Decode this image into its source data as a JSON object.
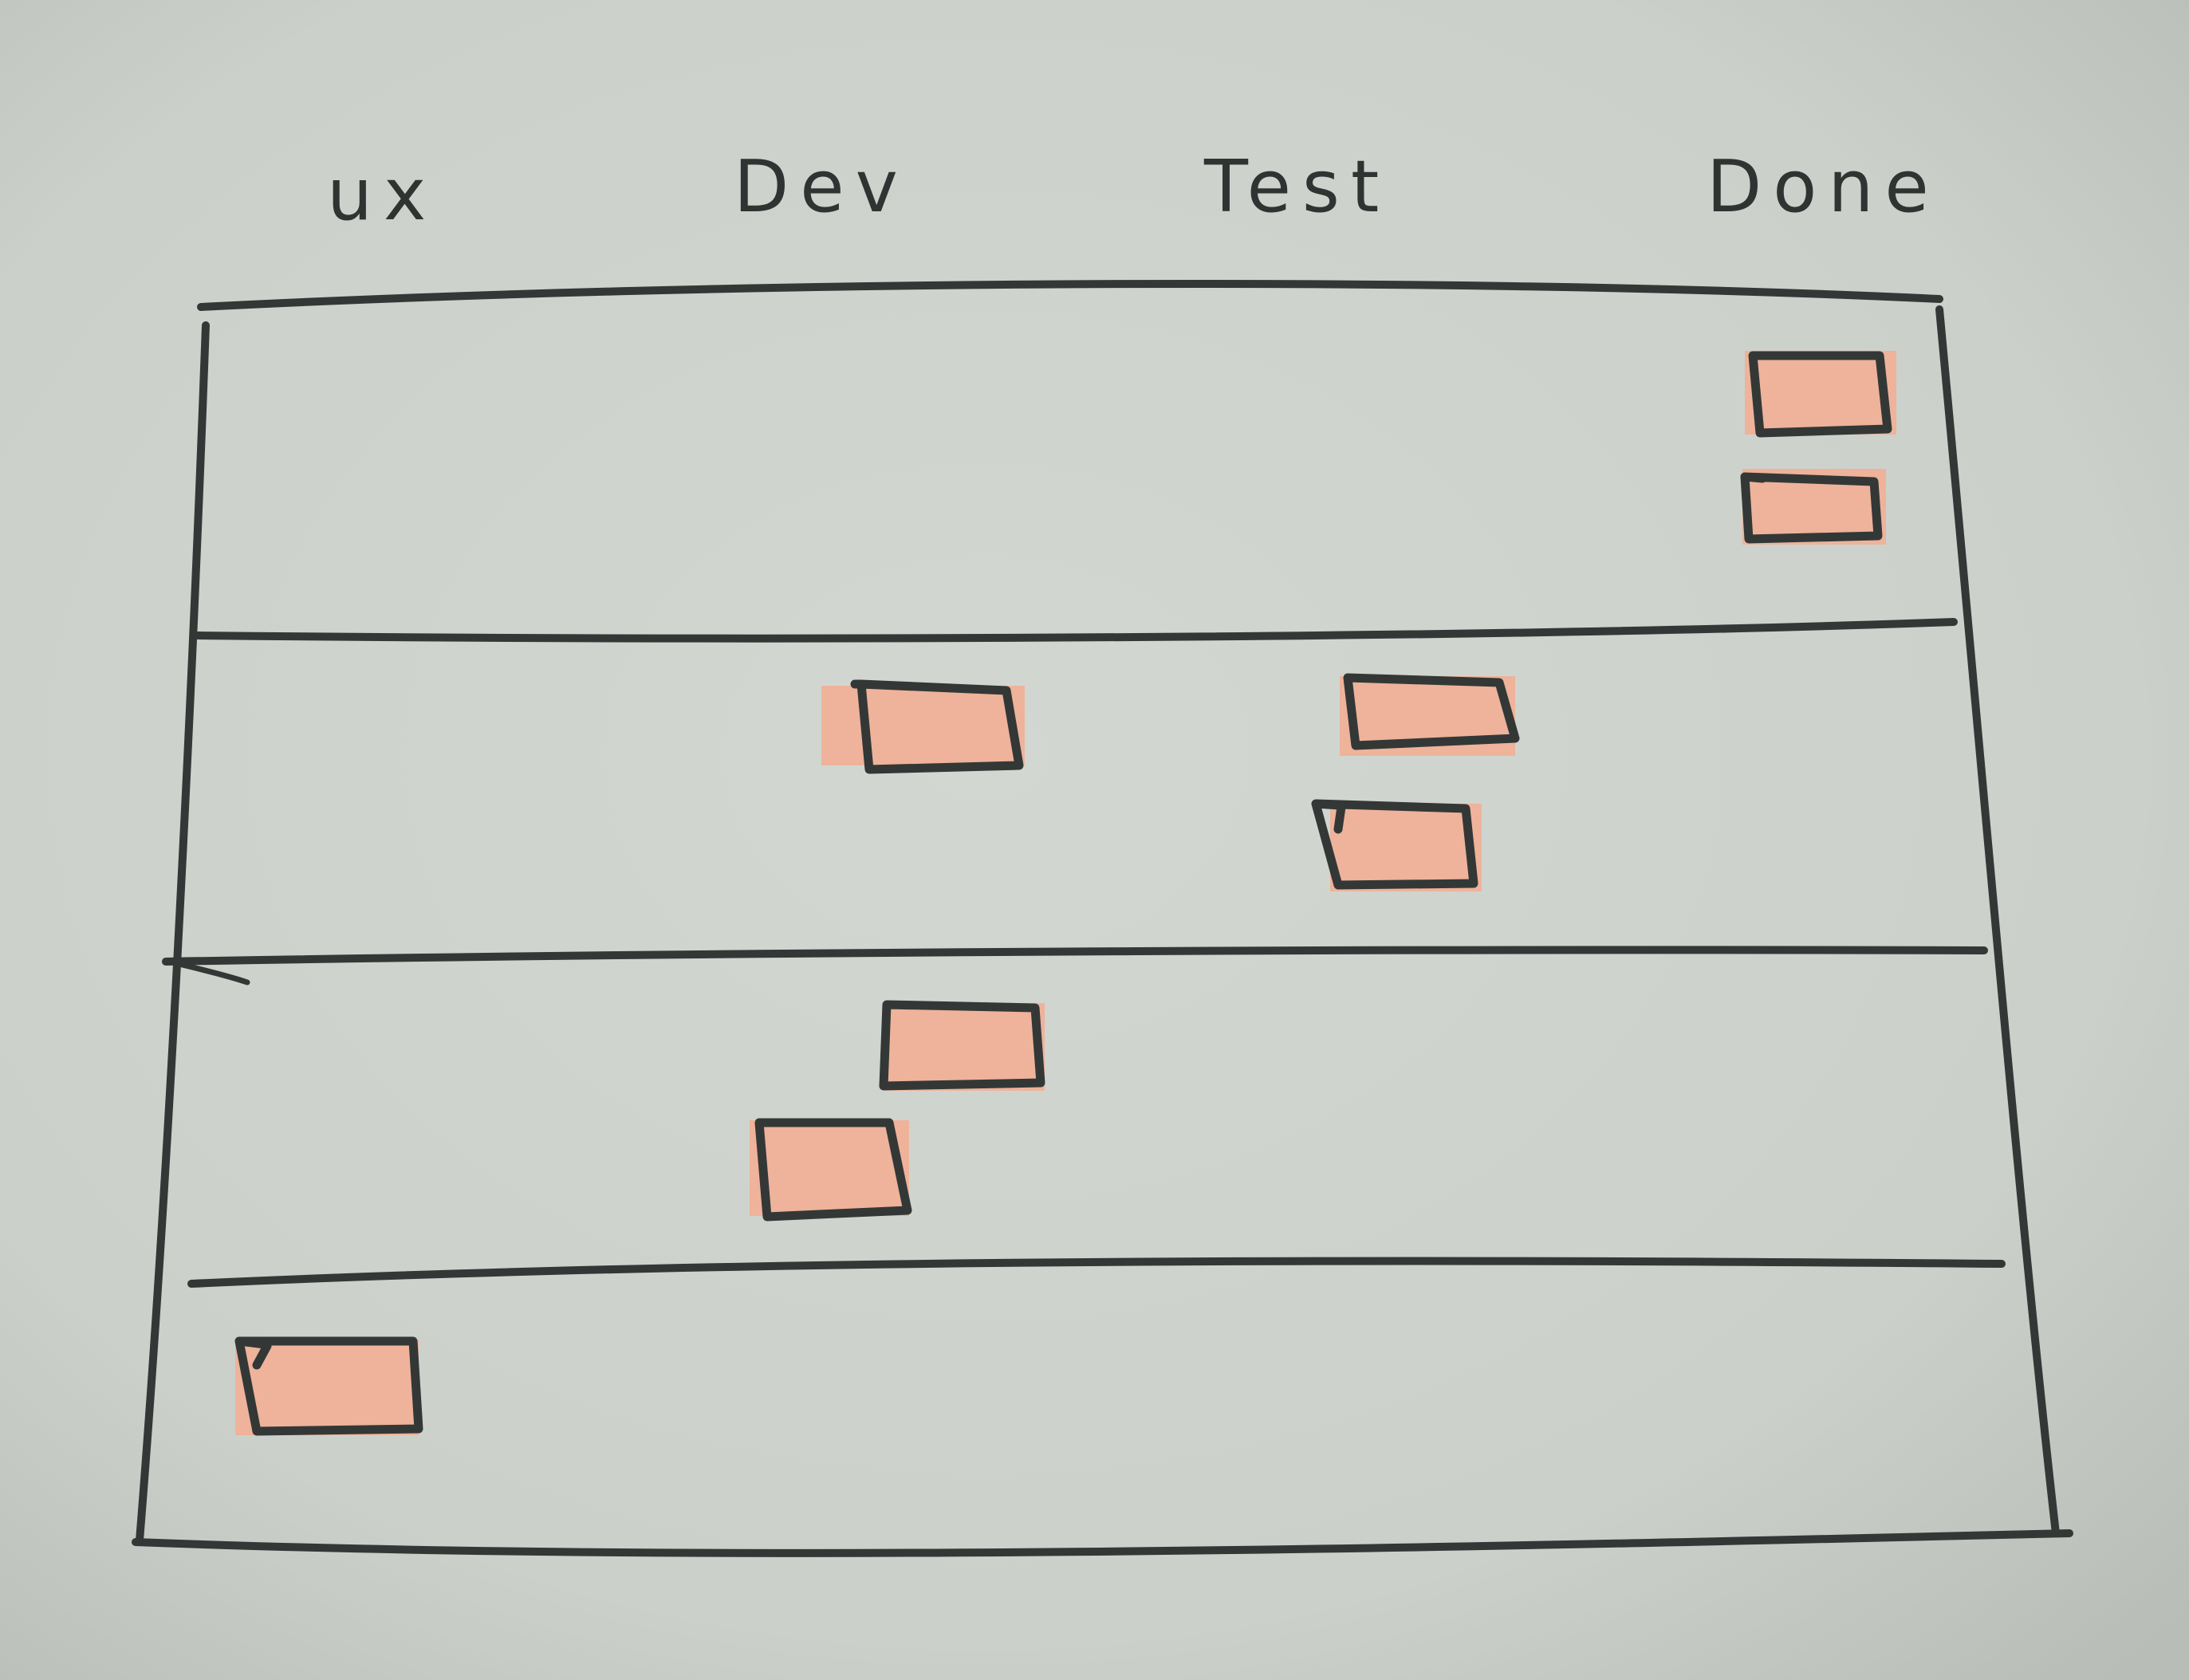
{
  "columns": [
    {
      "label": "ux"
    },
    {
      "label": "Dev"
    },
    {
      "label": "Test"
    },
    {
      "label": "Done"
    }
  ],
  "swimlanes": [
    {
      "cards": [
        {
          "column": "Done"
        },
        {
          "column": "Done"
        }
      ]
    },
    {
      "cards": [
        {
          "column": "Dev"
        },
        {
          "column": "Test"
        },
        {
          "column": "Test"
        }
      ]
    },
    {
      "cards": [
        {
          "column": "Dev"
        },
        {
          "column": "Dev"
        }
      ]
    },
    {
      "cards": [
        {
          "column": "ux"
        }
      ]
    }
  ],
  "colors": {
    "paper": "#cdd1cb",
    "ink": "#333837",
    "card_fill": "#eeb39a"
  }
}
